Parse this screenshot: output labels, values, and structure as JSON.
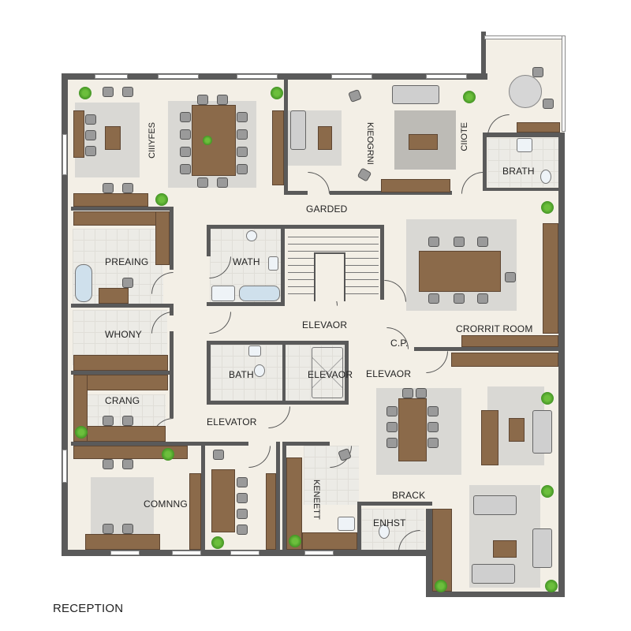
{
  "colors": {
    "wall": "#5a5a5a",
    "floor": "#f3efe6",
    "wood": "#8b6a4a",
    "rug": "#d9d8d4",
    "plant": "#4f9f2c"
  },
  "rooms": {
    "top_left_vertical": "CIIIYFES",
    "top_middle_vertical": "KIEOGRNI",
    "top_right_vertical": "CIIOTE",
    "top_right_bath": "BRATH",
    "corridor_top": "GARDED",
    "left_1": "PREAING",
    "bath_upper": "WATH",
    "left_2": "WHONY",
    "corridor_mid": "ELEVAOR",
    "conference": "CRORRIT ROOM",
    "closet": "C.P.",
    "bath_lower": "BATH",
    "elevator_box": "ELEVAOR",
    "corridor_right": "ELEVAOR",
    "left_3": "CRANG",
    "corridor_lower": "ELEVATOR",
    "bottom_left": "COMNNG",
    "kitchenette_vertical": "KENEETT",
    "lounge": "BRACK",
    "ensuite": "ENHST"
  },
  "caption": "RECEPTION"
}
